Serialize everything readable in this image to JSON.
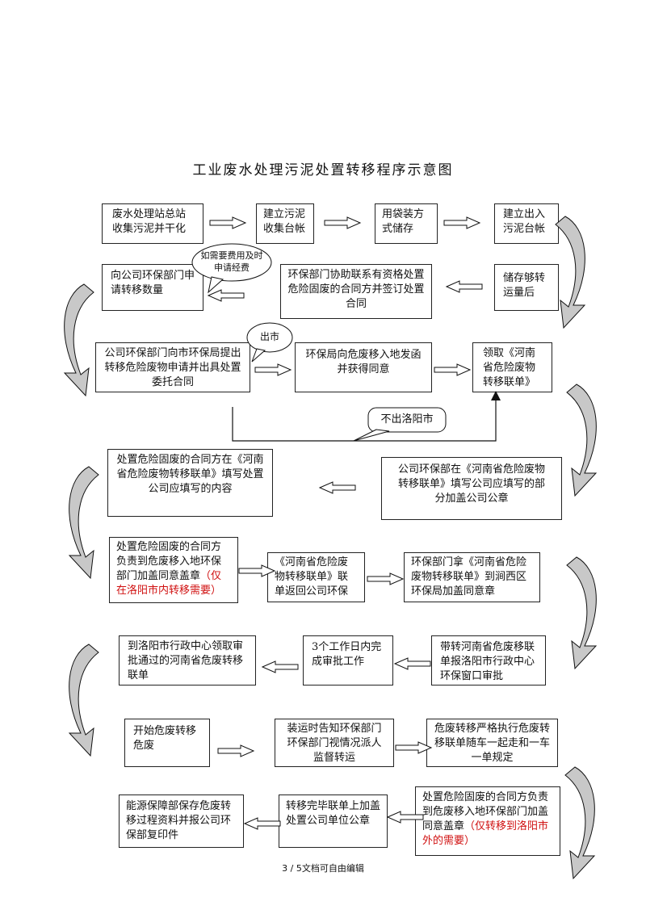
{
  "title": "工业废水处理污泥处置转移程序示意图",
  "nodes": {
    "n1": "废水处理站总站收集污泥并干化",
    "n2": "建立污泥收集台帐",
    "n3": "用袋装方式储存",
    "n4": "建立出入污泥台帐",
    "n5": "储存够转运量后",
    "n6": "环保部门协助联系有资格处置危险固废的合同方并签订处置合同",
    "n7": "向公司环保部门申请转移数量",
    "n8": "公司环保部门向市环保局提出转移危险废物申请并出具处置委托合同",
    "n9": "环保局向危废移入地发函并获得同意",
    "n10": "领取《河南省危险废物转移联单》",
    "n11": "公司环保部在《河南省危险废物转移联单》填写公司应填写的部分加盖公司公章",
    "n12": "处置危险固废的合同方在《河南省危险废物转移联单》填写处置公司应填写的内容",
    "n13_main": "处置危险固废的合同方负责到危废移入地环保部门加盖同意盖章",
    "n13_note": "（仅在洛阳市内转移需要）",
    "n14": "《河南省危险废物转移联单》联单返回公司环保",
    "n15": "环保部门拿《河南省危险废物转移联单》到涧西区环保局加盖同意章",
    "n16": "带转河南省危废移联单报洛阳市行政中心环保窗口审批",
    "n17": "3个工作日内完成审批工作",
    "n18": "到洛阳市行政中心领取审批通过的河南省危废转移联单",
    "n19": "开始危废转移危废",
    "n20": "装运时告知环保部门环保部门视情况派人监督转运",
    "n21": "危废转移严格执行危废转移联单随车一起走和一车一单规定",
    "n22_main": "处置危险固废的合同方负责到危废移入地环保部门加盖同意盖章",
    "n22_note": "（仅转移到洛阳市外的需要）",
    "n23": "转移完毕联单上加盖处置公司单位公章",
    "n24": "能源保障部保存危废转移过程资料并报公司环保部复印件"
  },
  "callouts": {
    "c1": "如需要费用及时申请经费",
    "c2": "出市",
    "c3": "不出洛阳市"
  },
  "footer": "3 / 5文档可自由编辑",
  "colors": {
    "note": "#d01010",
    "arrow_fill": "#c8c8c8"
  }
}
